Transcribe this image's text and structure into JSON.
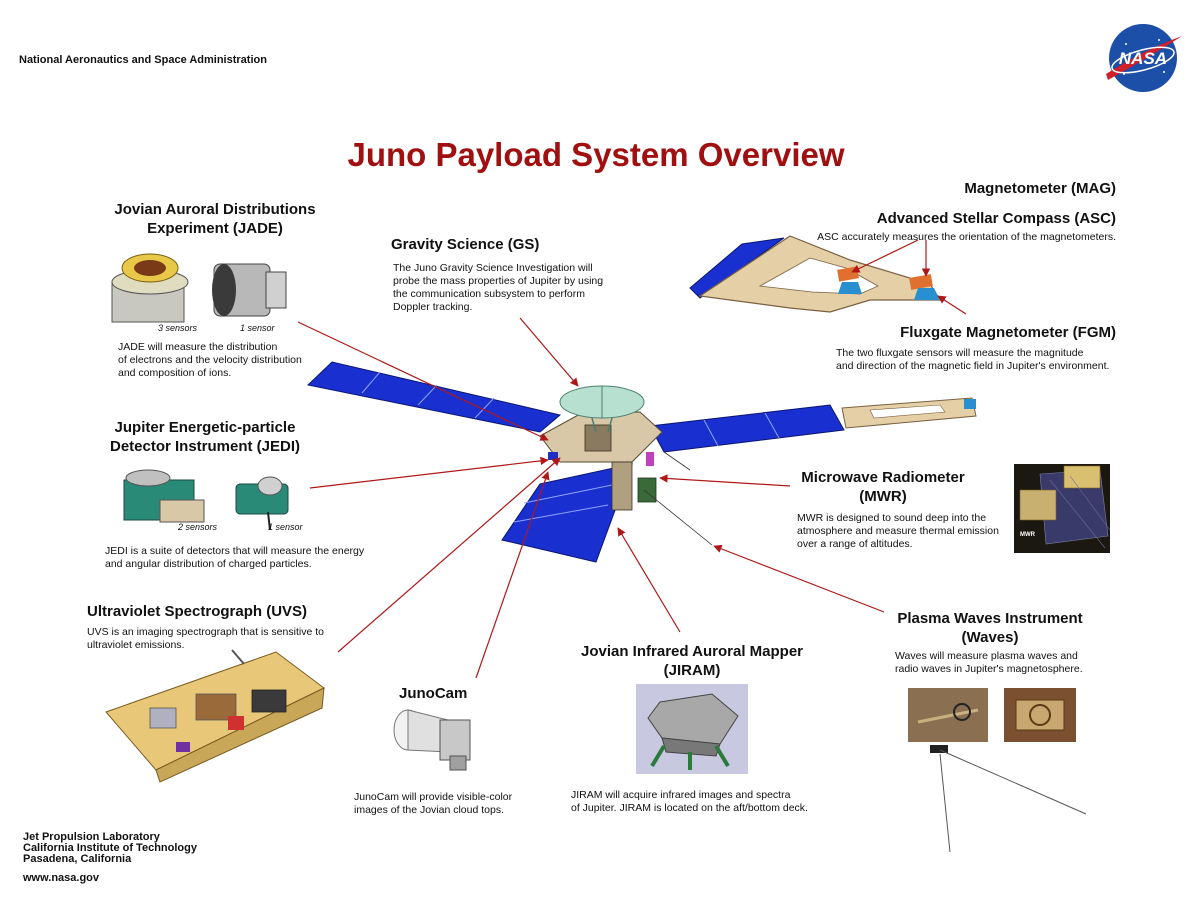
{
  "header": {
    "agency": "National Aeronautics and Space Administration",
    "logo_text": "NASA",
    "title": "Juno Payload System Overview"
  },
  "instruments": {
    "jade": {
      "title_line1": "Jovian Auroral Distributions",
      "title_line2": "Experiment (JADE)",
      "caption_a": "3 sensors",
      "caption_b": "1 sensor",
      "desc_line1": "JADE will measure the distribution",
      "desc_line2": "of electrons and the velocity distribution",
      "desc_line3": "and composition of ions."
    },
    "gs": {
      "title": "Gravity Science (GS)",
      "desc_line1": "The Juno Gravity Science Investigation will",
      "desc_line2": "probe the mass properties of Jupiter by using",
      "desc_line3": "the communication subsystem to perform",
      "desc_line4": "Doppler tracking."
    },
    "mag": {
      "title": "Magnetometer (MAG)"
    },
    "asc": {
      "title": "Advanced Stellar Compass (ASC)",
      "desc": "ASC accurately measures the orientation of the magnetometers."
    },
    "fgm": {
      "title": "Fluxgate Magnetometer (FGM)",
      "desc_line1": "The two fluxgate sensors will measure the magnitude",
      "desc_line2": "and direction of the magnetic field in Jupiter's environment."
    },
    "jedi": {
      "title_line1": "Jupiter Energetic-particle",
      "title_line2": "Detector Instrument (JEDI)",
      "caption_a": "2 sensors",
      "caption_b": "1 sensor",
      "desc_line1": "JEDI is a suite of detectors that will measure the energy",
      "desc_line2": "and angular distribution of charged particles."
    },
    "mwr": {
      "title_line1": "Microwave Radiometer",
      "title_line2": "(MWR)",
      "desc_line1": "MWR is designed to sound deep into the",
      "desc_line2": "atmosphere and measure thermal emission",
      "desc_line3": "over a range of altitudes.",
      "inset_label": "MWR"
    },
    "uvs": {
      "title": "Ultraviolet Spectrograph (UVS)",
      "desc_line1": "UVS is an imaging spectrograph that is sensitive to",
      "desc_line2": "ultraviolet emissions."
    },
    "waves": {
      "title_line1": "Plasma Waves Instrument",
      "title_line2": "(Waves)",
      "desc_line1": "Waves will measure plasma waves and",
      "desc_line2": "radio waves in Jupiter's magnetosphere."
    },
    "jiram": {
      "title_line1": "Jovian Infrared Auroral Mapper",
      "title_line2": "(JIRAM)",
      "desc_line1": "JIRAM will acquire infrared images and spectra",
      "desc_line2": "of Jupiter. JIRAM is located on the aft/bottom deck."
    },
    "junocam": {
      "title": "JunoCam",
      "desc_line1": "JunoCam will provide visible-color",
      "desc_line2": "images of the Jovian cloud tops."
    }
  },
  "footer": {
    "line1": "Jet Propulsion Laboratory",
    "line2": "California Institute of Technology",
    "line3": "Pasadena, California",
    "url": "www.nasa.gov"
  },
  "colors": {
    "title_red": "#a01010",
    "arrow_red": "#b01818",
    "panel_blue": "#1a2fd0",
    "nasa_blue": "#1c4fa8"
  }
}
